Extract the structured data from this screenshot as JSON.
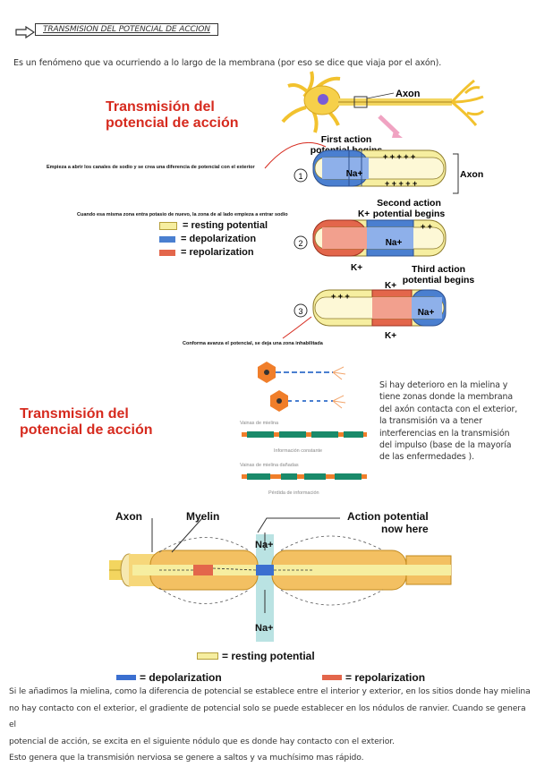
{
  "header": {
    "title": "TRANSMISION DEL POTENCIAL DE ACCION",
    "intro": "Es un fenómeno que va ocurriendo a lo largo de la membrana (por eso se dice que viaja por el axón)."
  },
  "figure1": {
    "title_line1": "Transmisión del",
    "title_line2": "potencial de acción",
    "axon_label": "Axon",
    "axon_label2": "Axon",
    "first": [
      "First action",
      "potential begins"
    ],
    "second": [
      "Second action",
      "potential begins"
    ],
    "third": [
      "Third action",
      "potential begins"
    ],
    "step_numbers": [
      "1",
      "2",
      "3"
    ],
    "na": "Na+",
    "k": "K+",
    "note1": "Empieza a abrir los canales de sodio y se crea una diferencia de potencial con el exterior",
    "note2": "Cuando esa misma zona entra potasio de nuevo, la zona de al lado empieza a entrar sodio",
    "note3": "Conforma avanza el potencial, se deja una zona inhabilitada",
    "legend": [
      {
        "label": "= resting potential",
        "color": "#f6eea0"
      },
      {
        "label": "= depolarization",
        "color": "#4a7fd0"
      },
      {
        "label": "= repolarization",
        "color": "#e3664b"
      }
    ]
  },
  "figure2": {
    "title_line1": "Transmisión del",
    "title_line2": "potencial de acción",
    "vainas": "Vainas de mielina",
    "info_constante": "Información constante",
    "vainas_danadas": "Vainas de mielina dañadas",
    "perdida": "Pérdida de información",
    "side_note": [
      "Si hay deterioro en la mielina y",
      "tiene zonas donde la membrana",
      "del axón contacta con el exterior,",
      "la transmisión va a tener",
      "interferencias en la transmisión",
      "del impulso (base de la mayoría",
      "de las enfermedades )."
    ]
  },
  "figure3": {
    "axon": "Axon",
    "myelin": "Myelin",
    "ap_line1": "Action potential",
    "ap_line2": "now here",
    "na_top": "Na+",
    "na_bottom": "Na+",
    "resting": "= resting potential",
    "depolarization": "= depolarization",
    "repolarization": "= repolarization"
  },
  "footer": {
    "lines": [
      "Si le añadimos la mielina, como la diferencia de potencial se establece entre el interior y exterior, en los sitios donde hay mielina",
      "no hay contacto con el exterior, el gradiente de potencial solo se puede establecer en los nódulos de ranvier. Cuando se genera el",
      "potencial de acción, se excita en el siguiente nódulo que es donde hay contacto con el exterior.",
      "Esto genera que la transmisión nerviosa se genere a saltos y va muchísimo mas rápido."
    ]
  }
}
